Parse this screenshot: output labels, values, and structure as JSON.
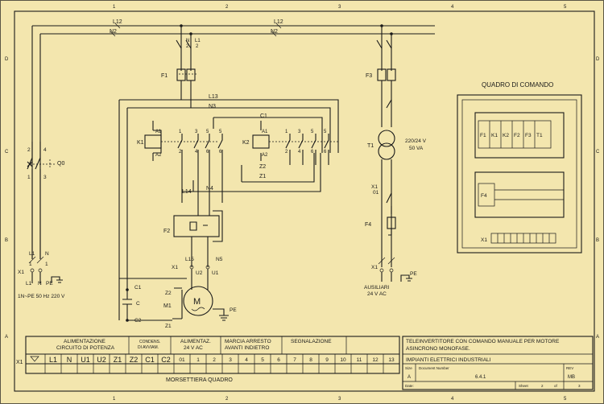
{
  "bus": {
    "l12": "L12",
    "n2": "N2",
    "l13": "L13",
    "n3": "N3",
    "c1": "C1",
    "z2": "Z2",
    "z1": "Z1",
    "l14": "L14",
    "n4": "N4",
    "l15": "L15",
    "n5": "N5",
    "c2": "C2",
    "z2b": "Z2",
    "z1b": "Z1",
    "u1": "U1",
    "u2": "U2"
  },
  "devices": {
    "q0": "Q0",
    "f1": "F1",
    "f2": "F2",
    "f3": "F3",
    "f4": "F4",
    "k1": "K1",
    "k2": "K2",
    "t1": "T1",
    "m1": "M1",
    "x1": "X1",
    "c1": "C1",
    "c": "C",
    "a1": "A1",
    "a2": "A2",
    "m": "M",
    "pe": "PE"
  },
  "terminals": {
    "l1": "L1",
    "n": "N",
    "pe": "PE",
    "one": "1",
    "two": "2",
    "three": "3",
    "four": "4",
    "five": "5",
    "six": "6",
    "zero_one": "01"
  },
  "supply": {
    "label": "1N~PE 50 Hz 220 V"
  },
  "transformer": {
    "rating1": "220/24 V",
    "rating2": "50 VA"
  },
  "aux": {
    "line1": "AUSILIARI",
    "line2": "24 V AC"
  },
  "panel": {
    "title": "QUADRO DI COMANDO",
    "row1": [
      "F1",
      "K1",
      "K2",
      "F2",
      "F3",
      "T1"
    ],
    "f4": "F4",
    "x1": "X1"
  },
  "strip": {
    "x1": "X1",
    "groups": {
      "alim_a": "ALIMENTAZIONE",
      "alim_b": "CIRCUITO DI POTENZA",
      "cond_a": "CONDENS.",
      "cond_b": "DI AVVIAM.",
      "alimz_a": "ALIMENTAZ.",
      "alimz_b": "24 V AC",
      "marcia_a": "MARCIA ARRESTO",
      "marcia_b": "AVANTI INDIETRO",
      "segn": "SEGNALAZIONE"
    },
    "cells": [
      "L1",
      "N",
      "U1",
      "U2",
      "Z1",
      "Z2",
      "C1",
      "C2",
      "01",
      "1",
      "2",
      "3",
      "4",
      "5",
      "6",
      "7",
      "8",
      "9",
      "10",
      "11",
      "12",
      "13"
    ],
    "footer": "MORSETTIERA QUADRO"
  },
  "title_block": {
    "desc1": "TELEINVERTITORE CON COMANDO MANUALE PER MOTORE",
    "desc2": "ASINCRONO MONOFASE.",
    "company": "IMPIANTI ELETTRICI INDUSTRIALI",
    "size_label": "Size",
    "size": "A",
    "docnum_label": "Document Number",
    "docnum": "6.4.1",
    "rev_label": "REV",
    "rev": "MB",
    "date_label": "Date:",
    "sheet_label": "Sheet",
    "sheet": "2",
    "of_label": "of",
    "of": "3"
  },
  "border": {
    "cols": [
      "1",
      "2",
      "3",
      "4",
      "5"
    ],
    "rows": [
      "D",
      "C",
      "B",
      "A"
    ]
  }
}
